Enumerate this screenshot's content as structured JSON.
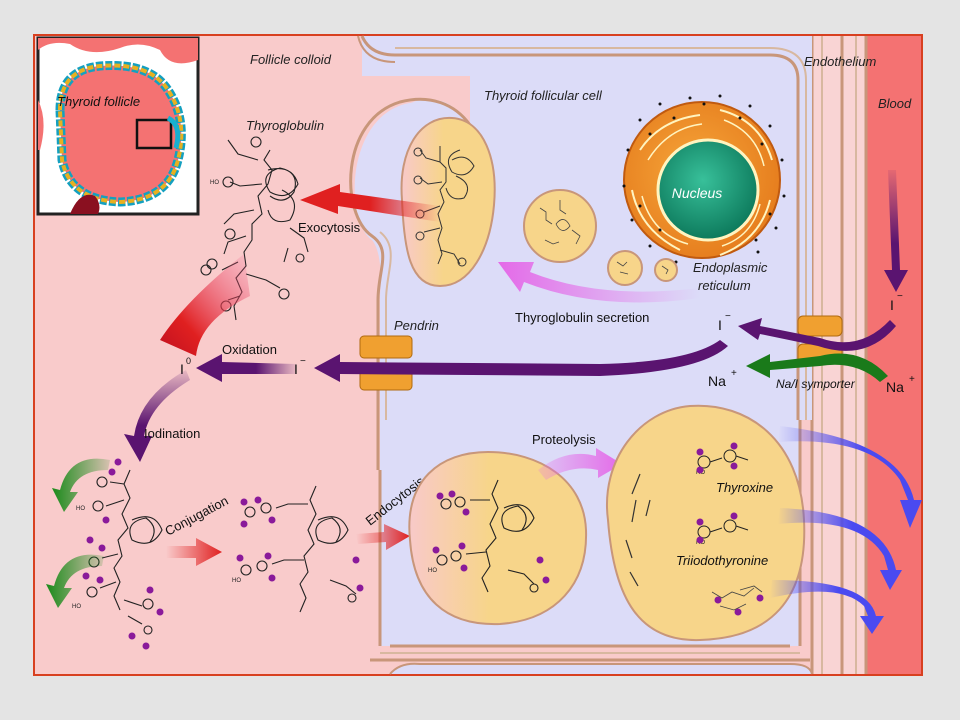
{
  "labels": {
    "follicle_colloid": "Follicle colloid",
    "thyroid_follicular_cell": "Thyroid follicular cell",
    "endothelium": "Endothelium",
    "blood": "Blood",
    "thyroid_follicle": "Thyroid follicle",
    "thyroglobulin": "Thyroglobulin",
    "exocytosis": "Exocytosis",
    "nucleus": "Nucleus",
    "endoplasmic_reticulum_1": "Endoplasmic",
    "endoplasmic_reticulum_2": "reticulum",
    "thyroglobulin_secretion": "Thyroglobulin secretion",
    "pendrin": "Pendrin",
    "oxidation": "Oxidation",
    "iodide": "I",
    "iodide_charge": "−",
    "iodine_zero": "I",
    "iodine_zero_sup": "0",
    "sodium": "Na",
    "sodium_charge": "+",
    "na_i_symporter": "Na/I symporter",
    "iodination": "Iodination",
    "conjugation": "Conjugation",
    "endocytosis": "Endocytosis",
    "proteolysis": "Proteolysis",
    "thyroxine": "Thyroxine",
    "triiodothyronine": "Triiodothyronine"
  },
  "colors": {
    "colloid": "#f9cbcb",
    "cell": "#dcdcf8",
    "blood": "#f47272",
    "vesicle": "#f7d58a",
    "membrane": "#c8967a",
    "red_arrow": "#e02020",
    "purple_arrow": "#5a1470",
    "magenta_arrow": "#e46ae8",
    "green_arrow": "#1a8a1a",
    "blue_arrow": "#4a4af0",
    "nucleus": "#1a9a7a",
    "iodine_atom": "#8a1a9a"
  }
}
